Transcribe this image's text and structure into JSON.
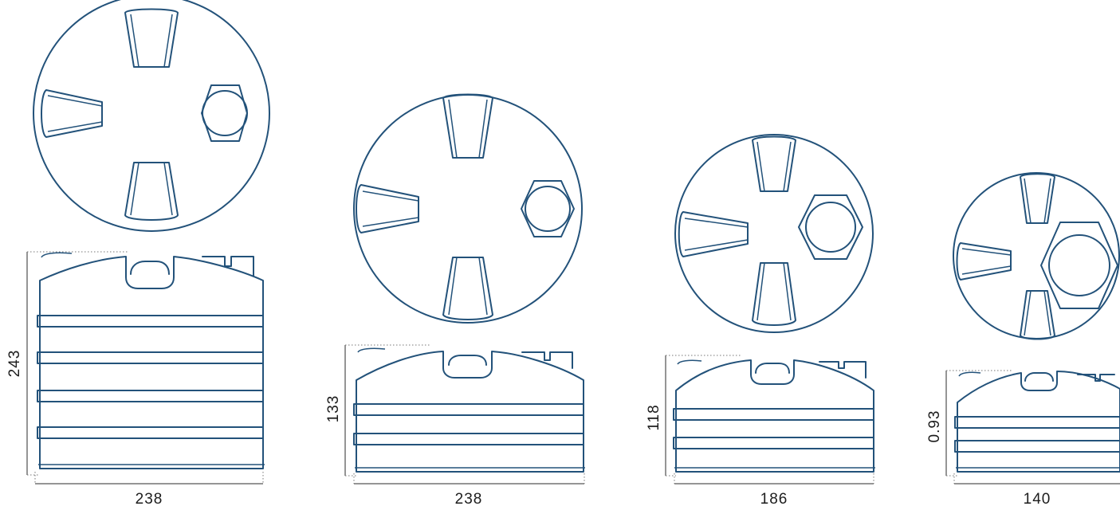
{
  "colors": {
    "line": "#23527a",
    "dimension": "#2b2b2b",
    "background": "#ffffff"
  },
  "tanks": [
    {
      "height_label": "243",
      "width_label": "238",
      "bands": 4
    },
    {
      "height_label": "133",
      "width_label": "238",
      "bands": 2
    },
    {
      "height_label": "118",
      "width_label": "186",
      "bands": 2
    },
    {
      "height_label": "0.93",
      "width_label": "140",
      "bands": 2
    }
  ]
}
